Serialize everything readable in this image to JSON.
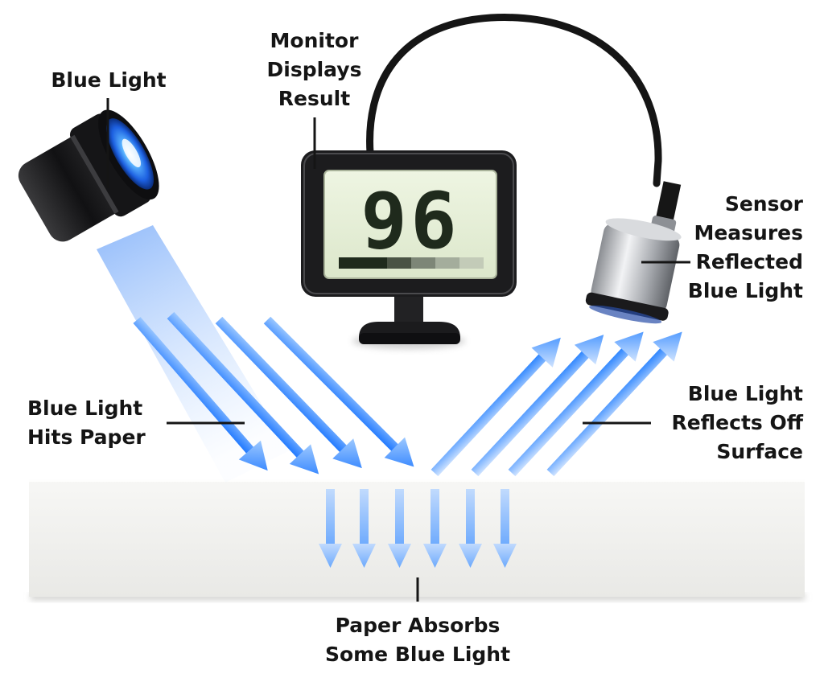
{
  "labels": {
    "blue_light": "Blue Light",
    "monitor": [
      "Monitor",
      "Displays",
      "Result"
    ],
    "sensor": [
      "Sensor",
      "Measures",
      "Reflected",
      "Blue Light"
    ],
    "hits_paper": [
      "Blue Light",
      "Hits Paper"
    ],
    "reflects": [
      "Blue Light",
      "Reflects Off",
      "Surface"
    ],
    "absorbs": [
      "Paper Absorbs",
      "Some Blue Light"
    ]
  },
  "monitor_reading": "96",
  "colors": {
    "light_blue": "#2f8cff",
    "lcd_background": "#e6efd6",
    "lcd_digits": "#1f2a1c",
    "body_dark": "#1c1c1e",
    "paper": "#f2f2f0"
  }
}
